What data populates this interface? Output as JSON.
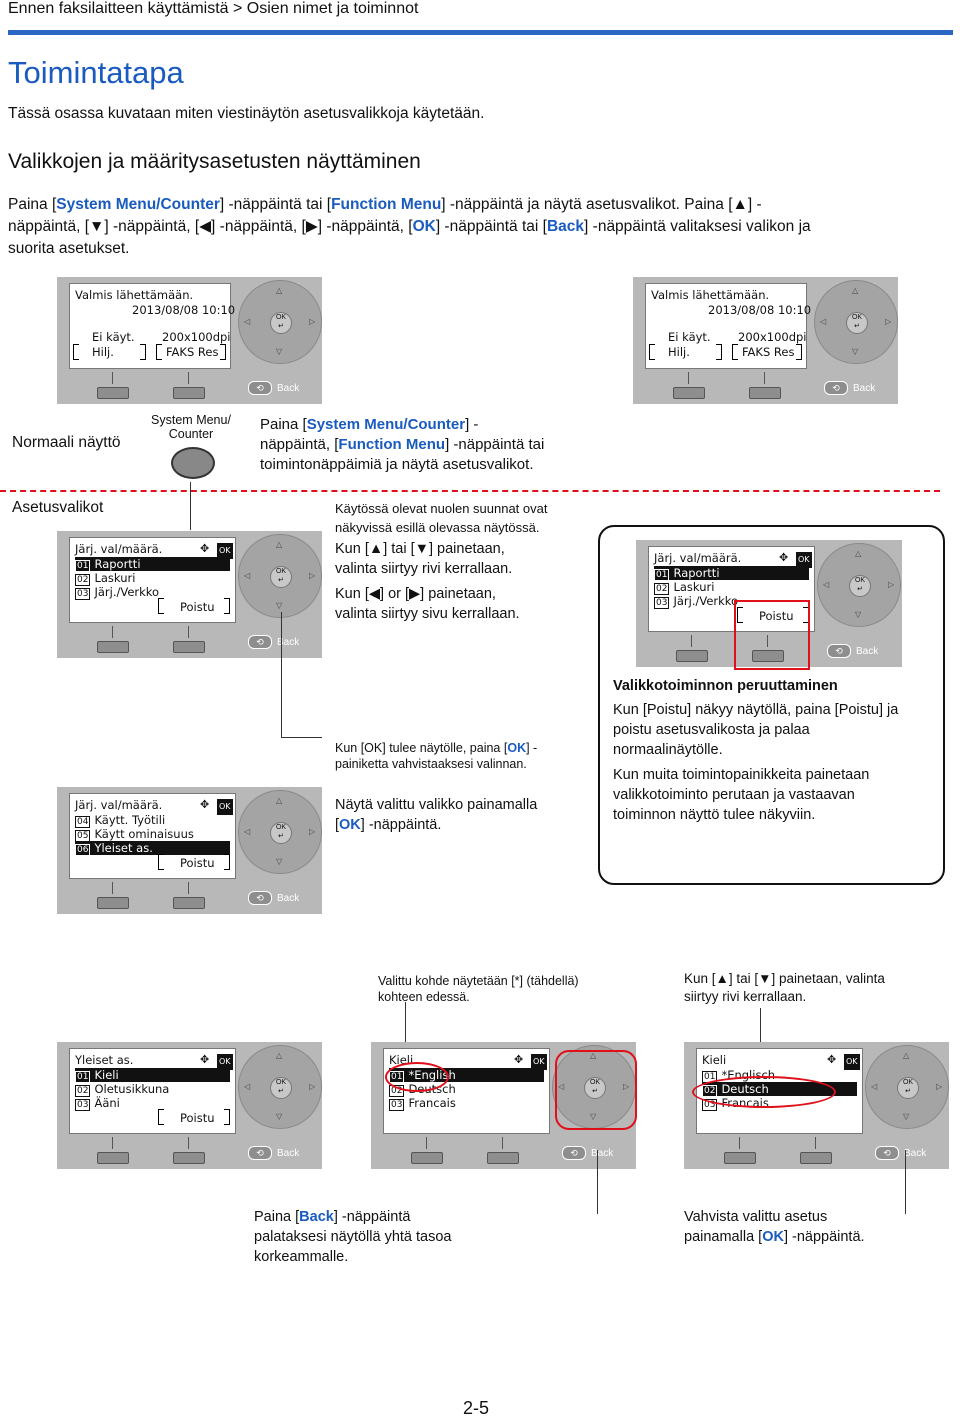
{
  "header": {
    "breadcrumb": "Ennen faksilaitteen käyttämistä > Osien nimet ja toiminnot",
    "title": "Toimintatapa",
    "intro": "Tässä osassa kuvataan miten viestinäytön asetusvalikkoja käytetään."
  },
  "section": {
    "heading": "Valikkojen ja määritysasetusten näyttäminen",
    "p1a": "Paina [",
    "sysmenu": "System Menu/Counter",
    "p1b": "] -näppäintä tai [",
    "funcmenu": "Function Menu",
    "p1c": "] -näppäintä ja näytä asetusvalikot. Paina [▲] -",
    "p2a": "näppäintä, [▼] -näppäintä, [◀] -näppäintä, [▶] -näppäintä, [",
    "ok": "OK",
    "p2b": "] -näppäintä tai [",
    "back": "Back",
    "p2c": "] -näppäintä valitaksesi valikon ja",
    "p3": "suorita asetukset."
  },
  "panels": {
    "ready": {
      "line1": "Valmis lähettämään.",
      "line2": "2013/08/08 10:10",
      "soft1a": "Ei käyt.",
      "soft1b": "Hilj.",
      "soft2a": "200x100dpi",
      "soft2b": "FAKS Res"
    },
    "back_label": "Back",
    "ok_label": "OK",
    "menu1": {
      "title": "Järj. val/määrä.",
      "items": [
        "Raportti",
        "Laskuri",
        "Järj./Verkko"
      ],
      "nums": [
        "01",
        "02",
        "03"
      ],
      "soft": "Poistu"
    },
    "menu2": {
      "title": "Järj. val/määrä.",
      "items": [
        "Käytt. Työtili",
        "Käytt ominaisuus",
        "Yleiset as."
      ],
      "nums": [
        "04",
        "05",
        "06"
      ],
      "soft": "Poistu"
    },
    "menu3": {
      "title": "Yleiset as.",
      "items": [
        "Kieli",
        "Oletusikkuna",
        "Ääni"
      ],
      "nums": [
        "01",
        "02",
        "03"
      ],
      "soft": "Poistu"
    },
    "menu4": {
      "title": "Kieli",
      "items": [
        "*English",
        "Deutsch",
        "Francais"
      ],
      "nums": [
        "01",
        "02",
        "03"
      ]
    },
    "menu5": {
      "title": "Kieli",
      "items": [
        "*Englisch",
        "Deutsch",
        "Francais"
      ],
      "nums": [
        "01",
        "02",
        "03"
      ]
    }
  },
  "labels": {
    "normal": "Normaali näyttö",
    "sysmenu_key_1": "System Menu/",
    "sysmenu_key_2": "Counter",
    "press_a": "Paina [",
    "press_sys": "System Menu/Counter",
    "press_b": "] -",
    "press_c": "näppäintä, [",
    "press_func": "Function Menu",
    "press_d": "] -näppäintä tai",
    "press_e": "toimintonäppäimiä ja näytä asetusvalikot.",
    "menus": "Asetusvalikot",
    "arrows1": "Käytössä olevat nuolen suunnat ovat",
    "arrows2": "näkyvissä esillä olevassa näytössä.",
    "updown1": "Kun [▲] tai [▼] painetaan,",
    "updown2": "valinta siirtyy rivi kerrallaan.",
    "leftright1": "Kun [◀] or [▶] painetaan,",
    "leftright2": "valinta siirtyy sivu kerrallaan.",
    "cancel_title": "Valikkotoiminnon peruuttaminen",
    "cancel1": "Kun [Poistu] näkyy näytöllä, paina [Poistu] ja",
    "cancel2": "poistu asetusvalikosta ja palaa",
    "cancel3": "normaalinäytölle.",
    "cancel4": "Kun muita toimintopainikkeita painetaan",
    "cancel5": "valikkotoiminto perutaan ja vastaavan",
    "cancel6": "toiminnon näyttö tulee näkyviin.",
    "okconfirm_a": "Kun [OK] tulee näytölle, paina [",
    "okconfirm_ok": "OK",
    "okconfirm_b": "] -",
    "okconfirm_c": "painiketta vahvistaaksesi valinnan.",
    "showsel_a": "Näytä valittu valikko painamalla",
    "showsel_b": "[",
    "showsel_ok": "OK",
    "showsel_c": "] -näppäintä.",
    "star1": "Valittu kohde näytetään [*] (tähdellä)",
    "star2": "kohteen edessä.",
    "rows1": "Kun [▲] tai [▼] painetaan, valinta",
    "rows2": "siirtyy rivi kerrallaan.",
    "backnote_a": "Paina [",
    "backnote_back": "Back",
    "backnote_b": "] -näppäintä",
    "backnote_c": "palataksesi näytöllä yhtä tasoa",
    "backnote_d": "korkeammalle.",
    "confirm_a": "Vahvista valittu asetus",
    "confirm_b": "painamalla [",
    "confirm_ok": "OK",
    "confirm_c": "] -näppäintä."
  },
  "footer": {
    "page": "2-5"
  }
}
